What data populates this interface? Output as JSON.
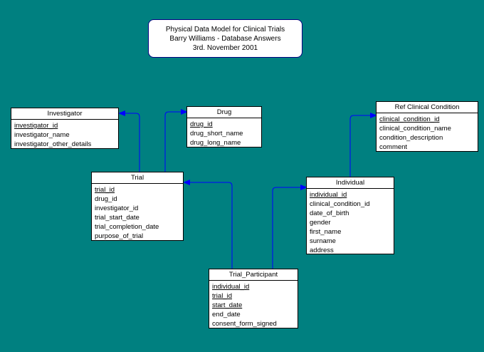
{
  "title": {
    "line1": "Physical Data Model for Clinical Trials",
    "line2": "Barry Williams - Database Answers",
    "line3": "3rd. November 2001"
  },
  "colors": {
    "background": "#008080",
    "line": "#0000ff",
    "title_border": "#000080"
  },
  "entities": {
    "investigator": {
      "name": "Investigator",
      "keys": [
        "investigator_id"
      ],
      "attrs": [
        "investigator_name",
        "investigator_other_details"
      ]
    },
    "drug": {
      "name": "Drug",
      "keys": [
        "drug_id"
      ],
      "attrs": [
        "drug_short_name",
        "drug_long_name"
      ]
    },
    "ref_condition": {
      "name": "Ref Clinical Condition",
      "keys": [
        "clinical_condition_id"
      ],
      "attrs": [
        "clinical_condition_name",
        "condition_description",
        "comment"
      ]
    },
    "trial": {
      "name": "Trial",
      "keys": [
        "trial_id"
      ],
      "attrs": [
        "drug_id",
        "investigator_id",
        "trial_start_date",
        "trial_completion_date",
        "purpose_of_trial"
      ]
    },
    "individual": {
      "name": "Individual",
      "keys": [
        "individual_id"
      ],
      "attrs": [
        "clinical_condition_id",
        "date_of_birth",
        "gender",
        "first_name",
        "surname",
        "address"
      ]
    },
    "trial_participant": {
      "name": "Trial_Participant",
      "keys": [
        "individual_id",
        "trial_id",
        "start_date"
      ],
      "attrs": [
        "end_date",
        "consent_form_signed"
      ]
    }
  }
}
